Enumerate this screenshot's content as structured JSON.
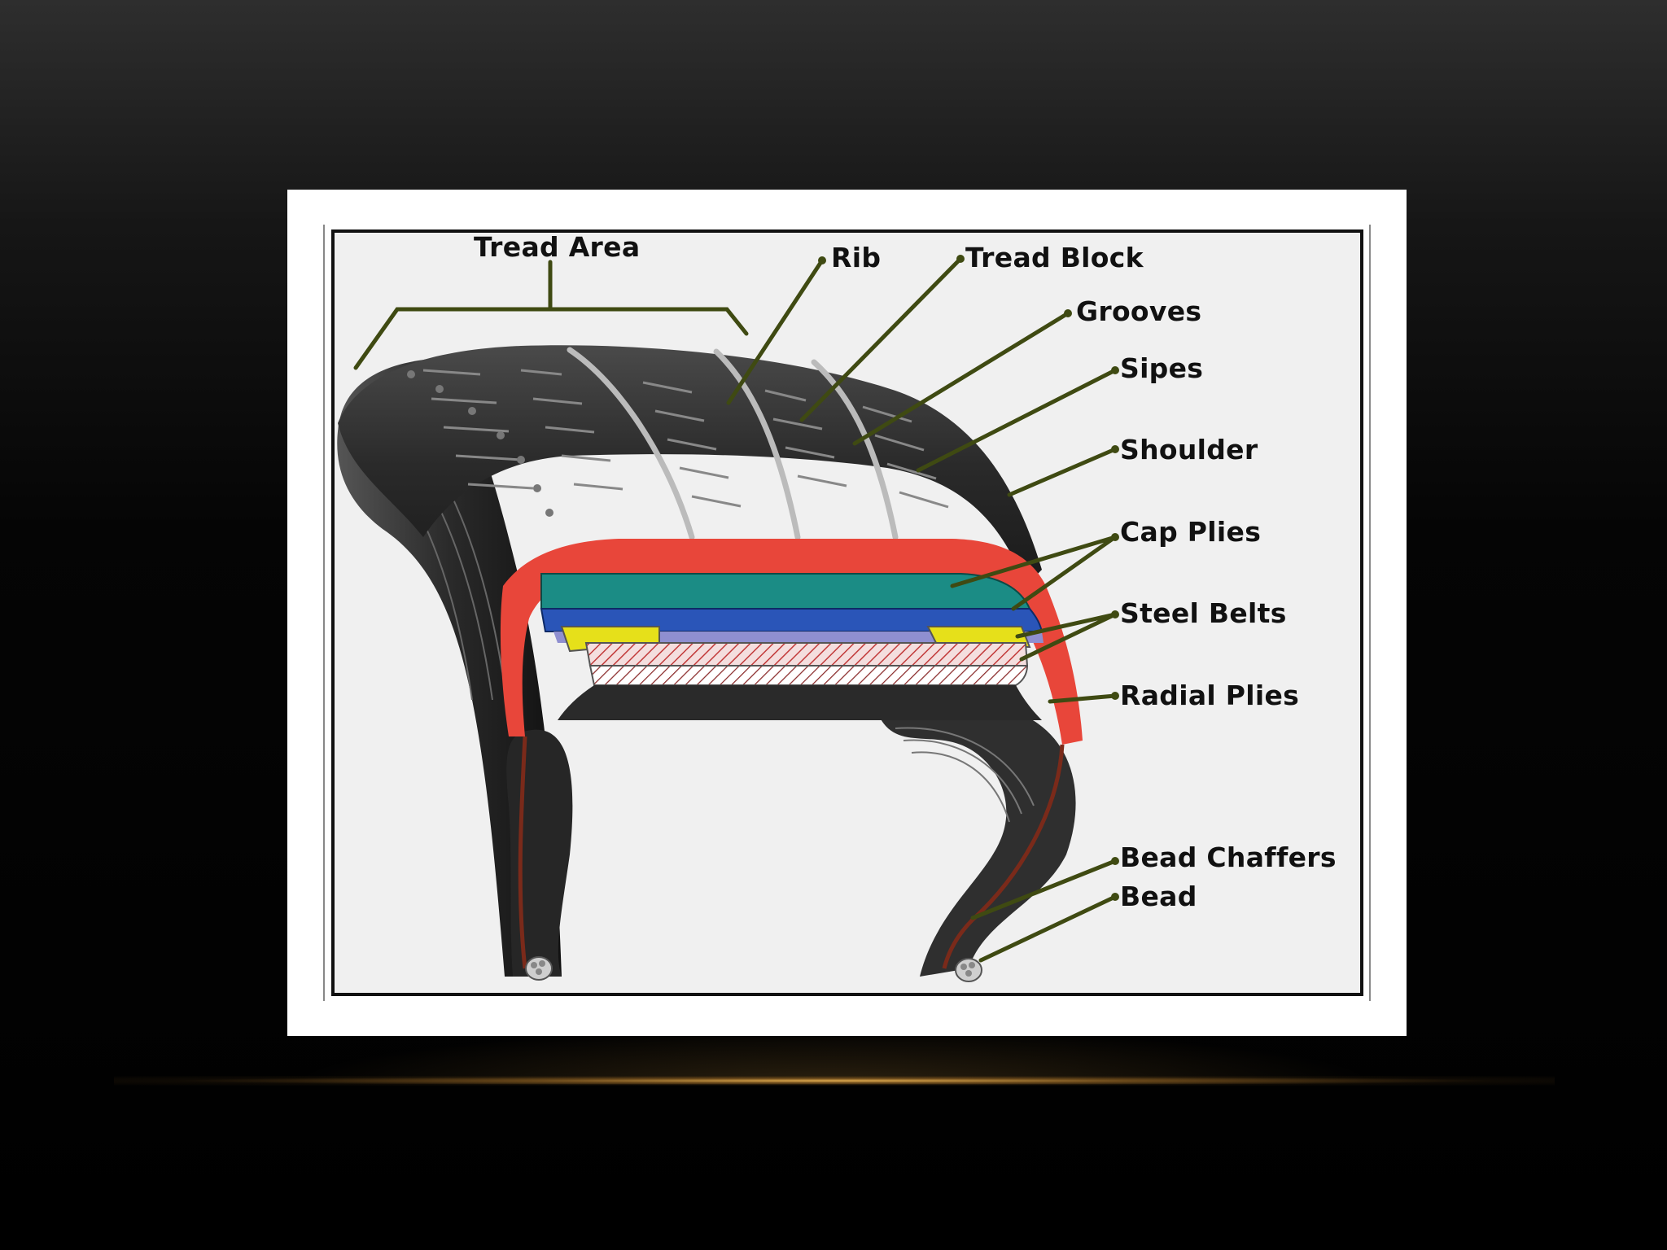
{
  "diagram": {
    "labels": {
      "tread_area": "Tread Area",
      "rib": "Rib",
      "tread_block": "Tread Block",
      "grooves": "Grooves",
      "sipes": "Sipes",
      "shoulder": "Shoulder",
      "cap_plies": "Cap Plies",
      "steel_belts": "Steel Belts",
      "radial_plies": "Radial Plies",
      "bead_chaffers": "Bead Chaffers",
      "bead": "Bead"
    },
    "colors": {
      "background_top": "#2e2e2e",
      "background_bottom": "#000000",
      "frame": "#ffffff",
      "panel": "#f0f0f0",
      "rubber": "#2a2a2a",
      "inner_liner": "#e8463a",
      "cap_ply": "#1b8c85",
      "steel_belt": "#2a55b8",
      "belt_edge": "#e6e01a",
      "radial_ply": "#d7a0a0",
      "leader_line": "#3f4a12",
      "gold_accent": "#e6af50"
    }
  }
}
